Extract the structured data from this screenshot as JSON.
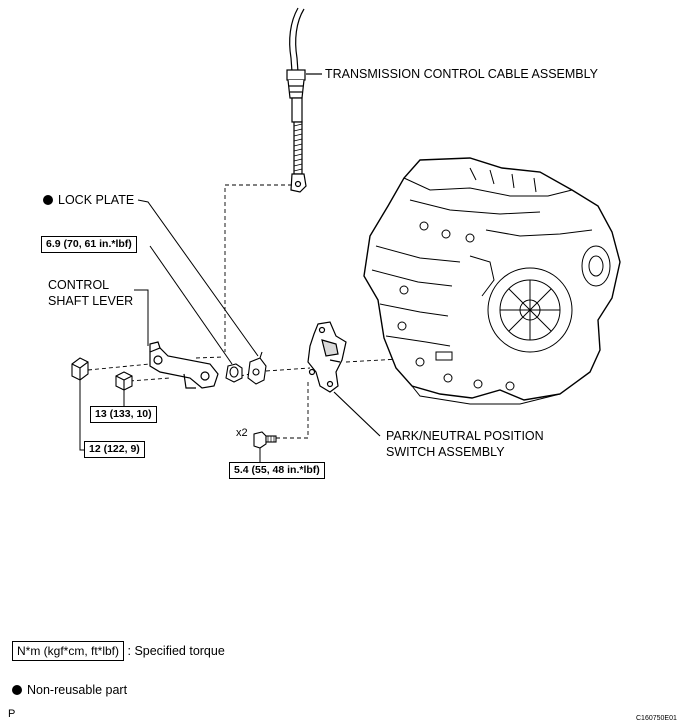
{
  "labels": {
    "transmission_cable": "TRANSMISSION CONTROL CABLE ASSEMBLY",
    "lock_plate": "LOCK PLATE",
    "control_shaft_lever_line1": "CONTROL",
    "control_shaft_lever_line2": "SHAFT LEVER",
    "park_neutral_line1": "PARK/NEUTRAL POSITION",
    "park_neutral_line2": "SWITCH ASSEMBLY",
    "quantity_x2": "x2"
  },
  "torque_specs": {
    "lock_plate_nut": "6.9 (70, 61 in.*lbf)",
    "lever_nut": "13 (133, 10)",
    "cable_nut": "12 (122, 9)",
    "switch_bolt": "5.4 (55, 48 in.*lbf)"
  },
  "legend": {
    "torque_unit": "N*m (kgf*cm, ft*lbf)",
    "torque_desc": ": Specified torque",
    "non_reusable": "Non-reusable part"
  },
  "footer": {
    "page_mark": "P",
    "figure_code": "C160750E01"
  },
  "colors": {
    "ink": "#000000",
    "background": "#ffffff",
    "shade": "#d9d9d9"
  }
}
